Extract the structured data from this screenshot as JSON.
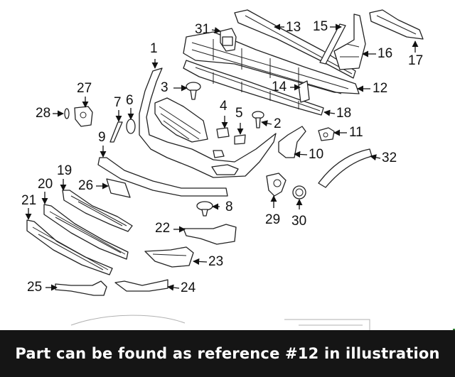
{
  "diagram": {
    "callouts": [
      {
        "id": "1",
        "label": "1"
      },
      {
        "id": "2",
        "label": "2"
      },
      {
        "id": "3",
        "label": "3"
      },
      {
        "id": "4",
        "label": "4"
      },
      {
        "id": "5",
        "label": "5"
      },
      {
        "id": "6",
        "label": "6"
      },
      {
        "id": "7",
        "label": "7"
      },
      {
        "id": "8",
        "label": "8"
      },
      {
        "id": "9",
        "label": "9"
      },
      {
        "id": "10",
        "label": "10"
      },
      {
        "id": "11",
        "label": "11"
      },
      {
        "id": "12",
        "label": "12"
      },
      {
        "id": "13",
        "label": "13"
      },
      {
        "id": "14",
        "label": "14"
      },
      {
        "id": "15",
        "label": "15"
      },
      {
        "id": "16",
        "label": "16"
      },
      {
        "id": "17",
        "label": "17"
      },
      {
        "id": "18",
        "label": "18"
      },
      {
        "id": "19",
        "label": "19"
      },
      {
        "id": "20",
        "label": "20"
      },
      {
        "id": "21",
        "label": "21"
      },
      {
        "id": "22",
        "label": "22"
      },
      {
        "id": "23",
        "label": "23"
      },
      {
        "id": "24",
        "label": "24"
      },
      {
        "id": "25",
        "label": "25"
      },
      {
        "id": "26",
        "label": "26"
      },
      {
        "id": "27",
        "label": "27"
      },
      {
        "id": "28",
        "label": "28"
      },
      {
        "id": "29",
        "label": "29"
      },
      {
        "id": "30",
        "label": "30"
      },
      {
        "id": "31",
        "label": "31"
      },
      {
        "id": "32",
        "label": "32"
      }
    ]
  },
  "caption": {
    "text": "Part can be found as reference #12 in illustration"
  },
  "colors": {
    "caption_background": "#151515",
    "caption_text": "#ffffff",
    "line_art": "#222222"
  }
}
